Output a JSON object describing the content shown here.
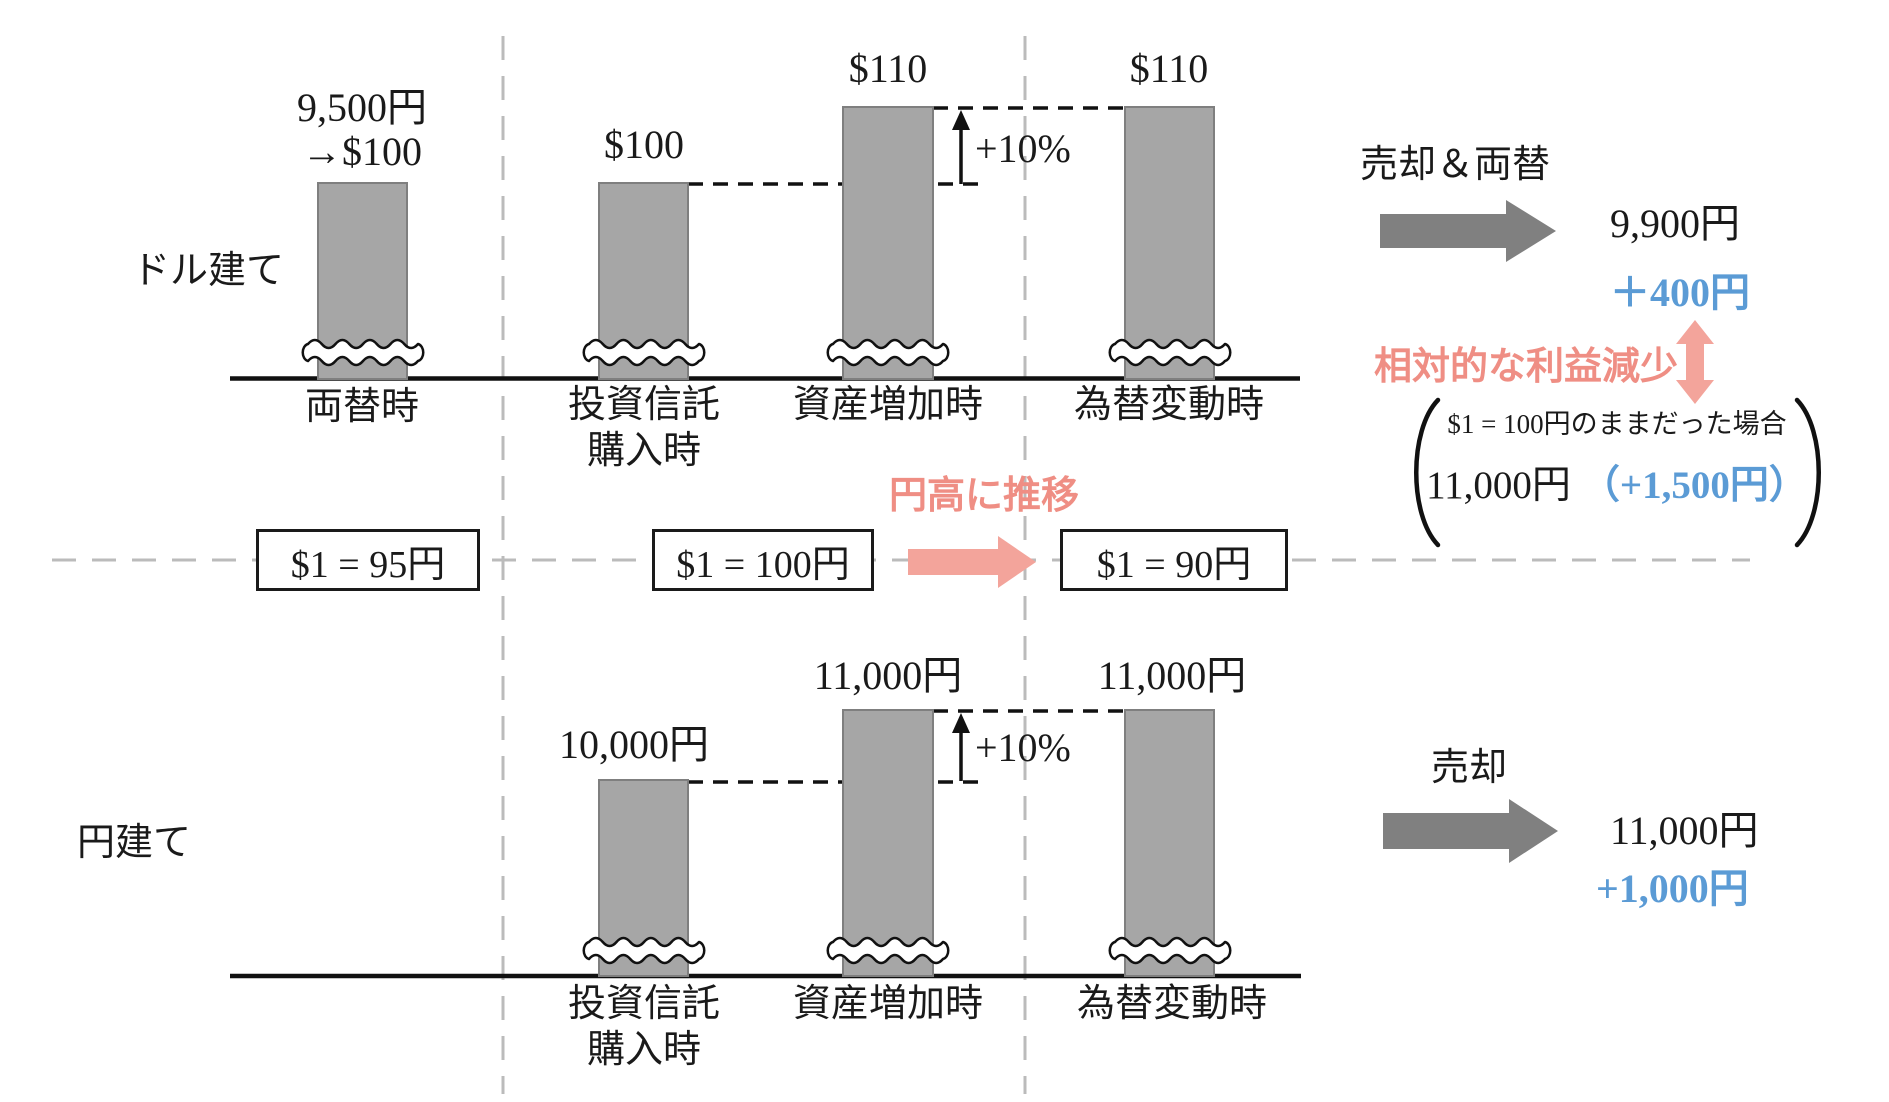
{
  "dollar_section": {
    "row_label": "ドル建て",
    "bar1_value_line1": "9,500円",
    "bar1_value_line2": "→$100",
    "bar2_value": "$100",
    "bar3_value": "$110",
    "bar4_value": "$110",
    "growth_label": "+10%",
    "bar1_label": "両替時",
    "bar2_label_line1": "投資信託",
    "bar2_label_line2": "購入時",
    "bar3_label": "資産増加時",
    "bar4_label": "為替変動時"
  },
  "yen_section": {
    "row_label": "円建て",
    "bar2_value": "10,000円",
    "bar3_value": "11,000円",
    "bar4_value": "11,000円",
    "growth_label": "+10%",
    "bar2_label_line1": "投資信託",
    "bar2_label_line2": "購入時",
    "bar3_label": "資産増加時",
    "bar4_label": "為替変動時"
  },
  "exchange_rates": {
    "rate1": "$1 = 95円",
    "rate2": "$1 = 100円",
    "rate3": "$1 = 90円",
    "trend_label": "円高に推移"
  },
  "dollar_result": {
    "action_label": "売却＆両替",
    "amount": "9,900円",
    "gain": "＋400円",
    "note_label": "相対的な利益減少",
    "hypo_line1": "$1 = 100円のままだった場合",
    "hypo_amount": "11,000円",
    "hypo_gain": "（+1,500円）"
  },
  "yen_result": {
    "action_label": "売却",
    "amount": "11,000円",
    "gain": "+1,000円"
  },
  "colors": {
    "bar_fill": "#A6A6A6",
    "bar_border": "#7F7F7F",
    "arrow_gray": "#808080",
    "accent_blue": "#5B9BD5",
    "accent_salmon_text": "#EF8E84",
    "accent_salmon_arrow": "#F3A49B",
    "dashed_gray": "#BBBBBB"
  },
  "chart_data": [
    {
      "type": "bar",
      "title": "ドル建て",
      "categories": [
        "両替時",
        "投資信託購入時",
        "資産増加時",
        "為替変動時"
      ],
      "values": [
        100,
        100,
        110,
        110
      ],
      "value_labels": [
        "9,500円→$100",
        "$100",
        "$110",
        "$110"
      ],
      "annotations": [
        "+10%"
      ],
      "unit": "USD"
    },
    {
      "type": "bar",
      "title": "円建て",
      "categories": [
        "投資信託購入時",
        "資産増加時",
        "為替変動時"
      ],
      "values": [
        10000,
        11000,
        11000
      ],
      "value_labels": [
        "10,000円",
        "11,000円",
        "11,000円"
      ],
      "annotations": [
        "+10%"
      ],
      "unit": "JPY"
    }
  ]
}
